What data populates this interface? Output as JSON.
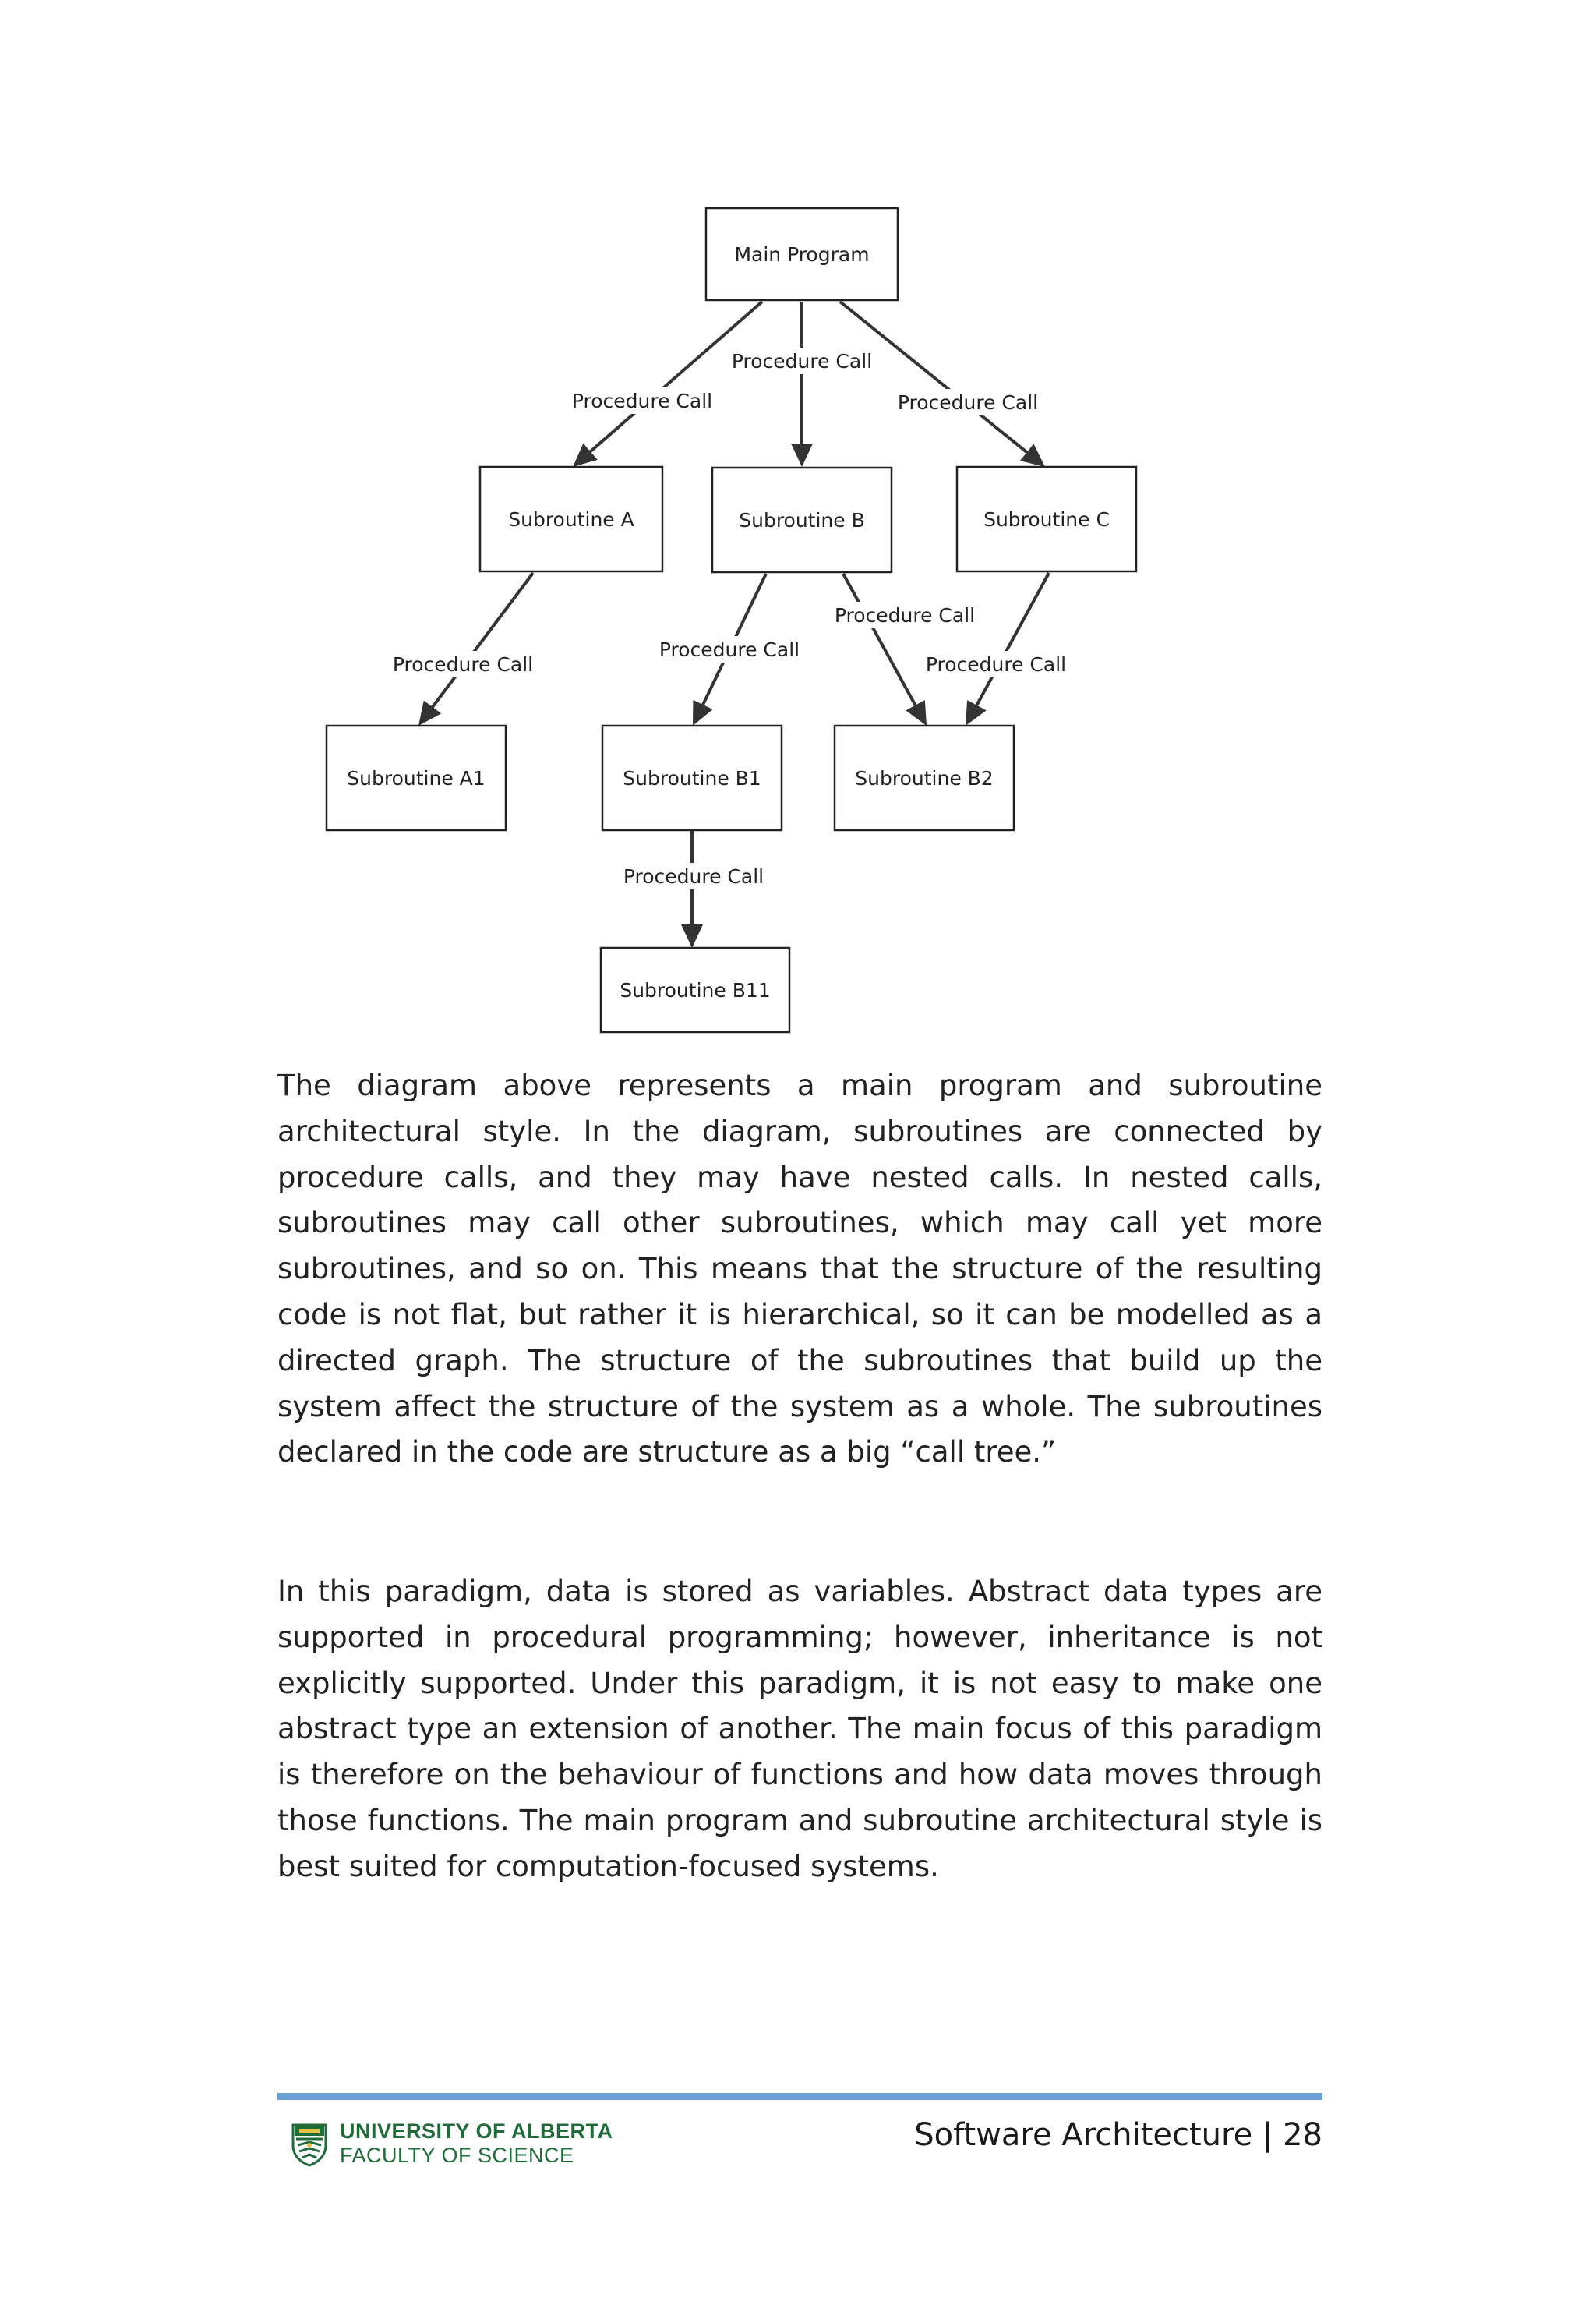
{
  "diagram": {
    "nodes": [
      {
        "id": "main",
        "label": "Main Program"
      },
      {
        "id": "a",
        "label": "Subroutine A"
      },
      {
        "id": "b",
        "label": "Subroutine B"
      },
      {
        "id": "c",
        "label": "Subroutine C"
      },
      {
        "id": "a1",
        "label": "Subroutine A1"
      },
      {
        "id": "b1",
        "label": "Subroutine B1"
      },
      {
        "id": "b2",
        "label": "Subroutine B2"
      },
      {
        "id": "b11",
        "label": "Subroutine B11"
      }
    ],
    "edges": [
      {
        "from": "main",
        "to": "a",
        "label": "Procedure Call"
      },
      {
        "from": "main",
        "to": "b",
        "label": "Procedure Call"
      },
      {
        "from": "main",
        "to": "c",
        "label": "Procedure Call"
      },
      {
        "from": "a",
        "to": "a1",
        "label": "Procedure Call"
      },
      {
        "from": "b",
        "to": "b1",
        "label": "Procedure Call"
      },
      {
        "from": "b",
        "to": "b2",
        "label": "Procedure Call"
      },
      {
        "from": "c",
        "to": "b2",
        "label": "Procedure Call"
      },
      {
        "from": "b1",
        "to": "b11",
        "label": "Procedure Call"
      }
    ]
  },
  "body": {
    "paragraph_1": "The diagram above represents a main program and subroutine architectural style. In the diagram, subroutines are connected by procedure calls, and they may have nested calls. In nested calls, subroutines may call other subroutines, which may call yet more subroutines, and so on. This means that the structure of the resulting code is not flat, but rather it is hierarchical, so it can be modelled as a directed graph. The structure of the subroutines that build up the system affect the structure of the system as a whole. The subroutines declared in the code are structure as a big “call tree.”",
    "paragraph_2": "In this paradigm, data is stored as variables. Abstract data types are supported in procedural programming; however, inheritance is not explicitly supported. Under this paradigm, it is not easy to make one abstract type an extension of another. The main focus of this paradigm is therefore on the behaviour of functions and how data moves through those functions. The main program and subroutine architectural style is best suited for computation-focused systems."
  },
  "footer": {
    "logo_line1": "UNIVERSITY OF ALBERTA",
    "logo_line2": "FACULTY OF SCIENCE",
    "page_label": "Software Architecture | 28"
  },
  "colors": {
    "rule": "#6a9fd6",
    "logo": "#1f6b3a"
  }
}
